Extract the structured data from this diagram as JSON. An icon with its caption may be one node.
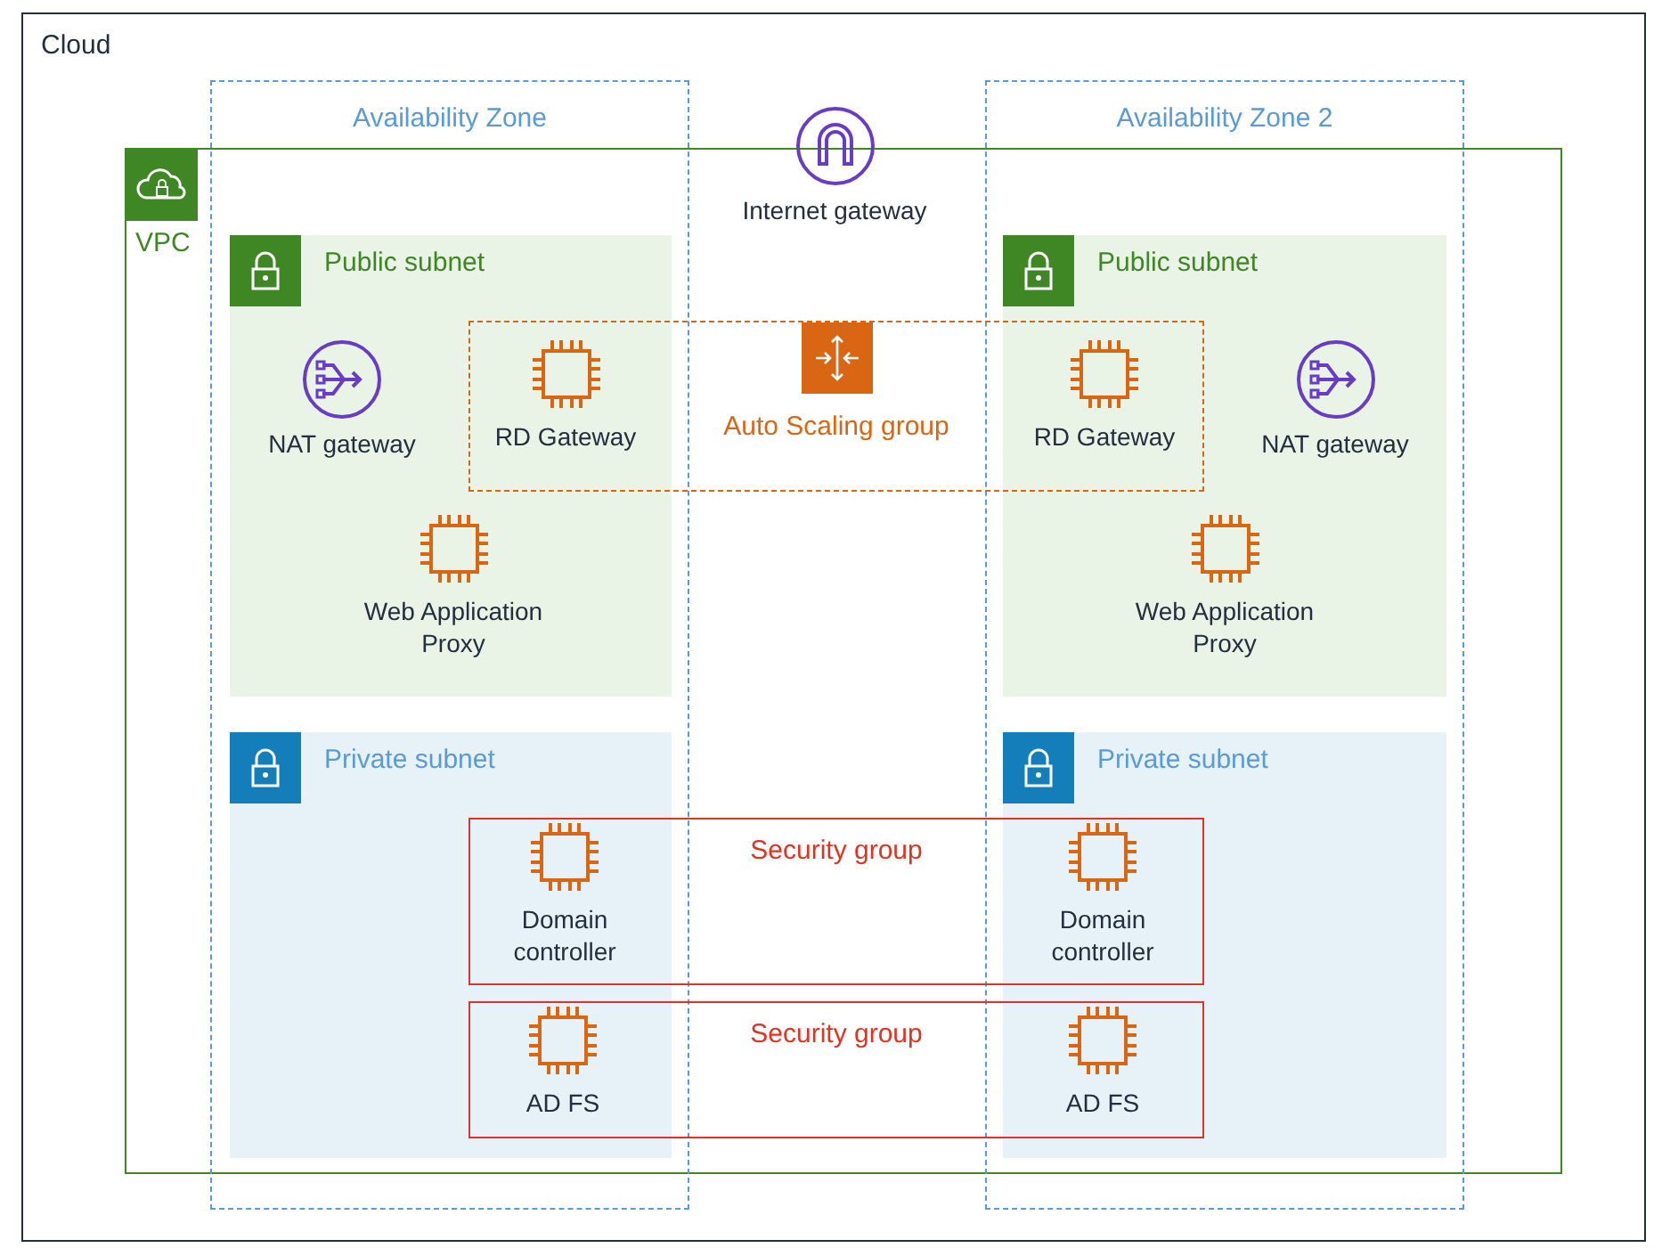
{
  "diagram": {
    "nodes": [
      {
        "text": [
          "Cloud"
        ]
      },
      {
        "text": [
          "Availability Zone"
        ],
        "in": 0
      },
      {
        "text": [
          "Availability Zone 2"
        ],
        "in": 0
      },
      {
        "text": [
          "VPC"
        ],
        "in": 0
      },
      {
        "text": [
          "Internet gateway"
        ],
        "in": 0
      },
      {
        "text": [
          "Public subnet"
        ],
        "in": 1
      },
      {
        "text": [
          "Public subnet"
        ],
        "in": 2
      },
      {
        "text": [
          "Auto Scaling group"
        ],
        "in": 3
      },
      {
        "text": [
          "NAT gateway"
        ],
        "in": 5
      },
      {
        "text": [
          "RD Gateway"
        ]
      },
      {
        "text": [
          "RD Gateway"
        ]
      },
      {
        "text": [
          "NAT gateway"
        ],
        "in": 6
      },
      {
        "text": [
          "Web Application Proxy"
        ],
        "in": 5
      },
      {
        "text": [
          "Web Application Proxy"
        ],
        "in": 6
      },
      {
        "text": [
          "Private subnet"
        ],
        "in": 1
      },
      {
        "text": [
          "Private subnet"
        ],
        "in": 2
      },
      {
        "text": [
          "Security group"
        ],
        "in": 3
      },
      {
        "text": [
          "Domain controller"
        ]
      },
      {
        "text": [
          "Domain controller"
        ]
      },
      {
        "text": [
          "Security group"
        ],
        "in": 3
      },
      {
        "text": [
          "AD FS"
        ]
      },
      {
        "text": [
          "AD FS"
        ]
      }
    ]
  }
}
